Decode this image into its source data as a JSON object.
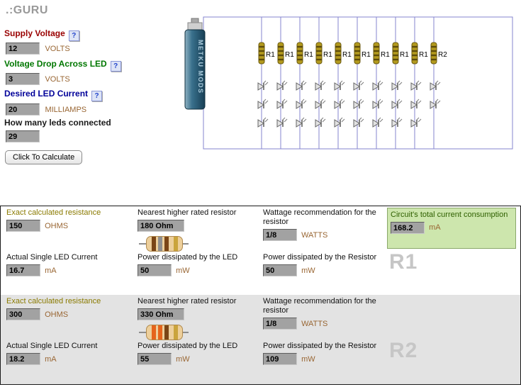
{
  "page": {
    "logo": ".:GURU"
  },
  "form": {
    "help_icon": "?",
    "supply_voltage": {
      "label": "Supply Voltage",
      "value": "12",
      "unit": "VOLTS"
    },
    "led_voltage_drop": {
      "label": "Voltage Drop Across LED",
      "value": "3",
      "unit": "VOLTS"
    },
    "desired_led_current": {
      "label": "Desired LED Current",
      "value": "20",
      "unit": "MILLIAMPS"
    },
    "led_count": {
      "label": "How many leds connected",
      "value": "29"
    },
    "calculate_button": "Click To Calculate"
  },
  "diagram": {
    "battery_label": "METKU MODS",
    "columns": [
      {
        "resistor": "R1",
        "leds": 3
      },
      {
        "resistor": "R1",
        "leds": 3
      },
      {
        "resistor": "R1",
        "leds": 3
      },
      {
        "resistor": "R1",
        "leds": 3
      },
      {
        "resistor": "R1",
        "leds": 3
      },
      {
        "resistor": "R1",
        "leds": 3
      },
      {
        "resistor": "R1",
        "leds": 3
      },
      {
        "resistor": "R1",
        "leds": 3
      },
      {
        "resistor": "R1",
        "leds": 3
      },
      {
        "resistor": "R2",
        "leds": 2
      }
    ]
  },
  "results": {
    "r1": {
      "name": "R1",
      "exact_resistance": {
        "label": "Exact calculated resistance",
        "value": "150",
        "unit": "OHMS"
      },
      "nearest_resistor": {
        "label": "Nearest higher rated resistor",
        "value": "180 Ohm",
        "band_colors": [
          "#7a4516",
          "#8f8f8f",
          "#7a4516",
          "#caa43c"
        ]
      },
      "wattage": {
        "label": "Wattage recommendation for the resistor",
        "value": "1/8",
        "unit": "WATTS"
      },
      "total_current": {
        "label": "Circuit's total current consumption",
        "value": "168.2",
        "unit": "mA"
      },
      "single_led_current": {
        "label": "Actual Single LED Current",
        "value": "16.7",
        "unit": "mA"
      },
      "led_power": {
        "label": "Power dissipated by the LED",
        "value": "50",
        "unit": "mW"
      },
      "resistor_power": {
        "label": "Power dissipated by the Resistor",
        "value": "50",
        "unit": "mW"
      }
    },
    "r2": {
      "name": "R2",
      "exact_resistance": {
        "label": "Exact calculated resistance",
        "value": "300",
        "unit": "OHMS"
      },
      "nearest_resistor": {
        "label": "Nearest higher rated resistor",
        "value": "330 Ohm",
        "band_colors": [
          "#e5641c",
          "#e5641c",
          "#7a4516",
          "#caa43c"
        ]
      },
      "wattage": {
        "label": "Wattage recommendation for the resistor",
        "value": "1/8",
        "unit": "WATTS"
      },
      "single_led_current": {
        "label": "Actual Single LED Current",
        "value": "18.2",
        "unit": "mA"
      },
      "led_power": {
        "label": "Power dissipated by the LED",
        "value": "55",
        "unit": "mW"
      },
      "resistor_power": {
        "label": "Power dissipated by the Resistor",
        "value": "109",
        "unit": "mW"
      }
    }
  },
  "colors": {
    "supply_voltage_label": "#990000",
    "led_voltage_drop_label": "#007700",
    "desired_led_current_label": "#000099",
    "unit_text": "#996633",
    "exact_resistance_label": "#8a7a00",
    "total_current_box_bg": "#cde6ad",
    "total_current_box_border": "#8aa86a",
    "total_current_text": "#2f6000",
    "watermark": "#c6c6c6",
    "wire": "#8585cf"
  }
}
